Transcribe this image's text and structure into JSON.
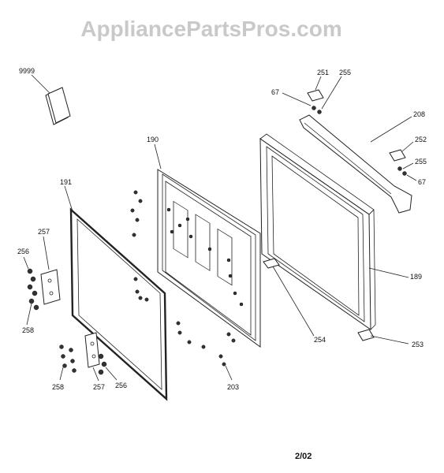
{
  "watermark": "AppliancePartsPros.com",
  "date_code": "2/02",
  "callouts": [
    {
      "id": "l9999",
      "text": "9999"
    },
    {
      "id": "l191",
      "text": "191"
    },
    {
      "id": "l190",
      "text": "190"
    },
    {
      "id": "l251",
      "text": "251"
    },
    {
      "id": "l255a",
      "text": "255"
    },
    {
      "id": "l67a",
      "text": "67"
    },
    {
      "id": "l208",
      "text": "208"
    },
    {
      "id": "l252",
      "text": "252"
    },
    {
      "id": "l255b",
      "text": "255"
    },
    {
      "id": "l67b",
      "text": "67"
    },
    {
      "id": "l257a",
      "text": "257"
    },
    {
      "id": "l256a",
      "text": "256"
    },
    {
      "id": "l258a",
      "text": "258"
    },
    {
      "id": "l189",
      "text": "189"
    },
    {
      "id": "l254",
      "text": "254"
    },
    {
      "id": "l253",
      "text": "253"
    },
    {
      "id": "l258b",
      "text": "258"
    },
    {
      "id": "l257b",
      "text": "257"
    },
    {
      "id": "l256b",
      "text": "256"
    },
    {
      "id": "l203",
      "text": "203"
    }
  ]
}
